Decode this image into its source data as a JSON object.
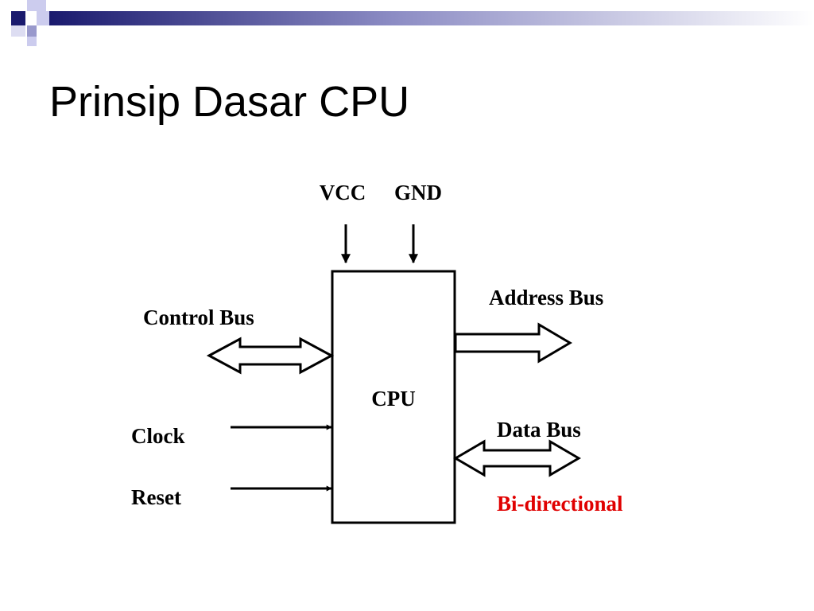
{
  "slide": {
    "title": "Prinsip Dasar CPU"
  },
  "diagram": {
    "cpu_label": "CPU",
    "power": {
      "vcc": "VCC",
      "gnd": "GND"
    },
    "control_bus": "Control Bus",
    "clock": "Clock",
    "reset": "Reset",
    "address_bus": "Address Bus",
    "data_bus": "Data Bus",
    "data_bus_note": "Bi-directional"
  },
  "colors": {
    "accent_navy": "#1a1a6e",
    "accent_lilac": "#9999cc",
    "accent_pale": "#ccccee",
    "note_red": "#e00000"
  }
}
